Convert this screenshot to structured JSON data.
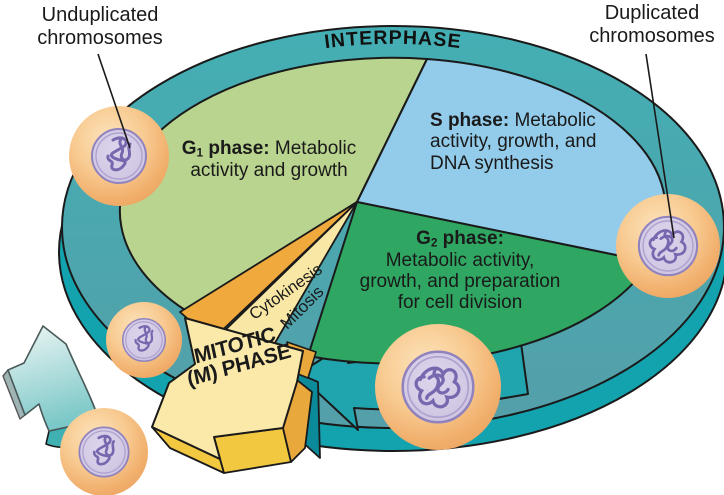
{
  "annotations": {
    "unduplicated": "Unduplicated chromosomes",
    "duplicated": "Duplicated chromosomes"
  },
  "ring": {
    "label": "INTERPHASE"
  },
  "phases": {
    "g1": {
      "name": "G",
      "sub": "1",
      "suffix": " phase:",
      "desc": "Metabolic activity and growth"
    },
    "s": {
      "name": "S phase:",
      "desc": "Metabolic activity, growth, and DNA synthesis"
    },
    "g2": {
      "name": "G",
      "sub": "2",
      "suffix": " phase:",
      "desc": "Metabolic activity, growth, and preparation for cell division"
    },
    "m": {
      "line1": "MITOTIC",
      "line2": "(M) PHASE",
      "cytokinesis": "Cytokinesis",
      "mitosis": "Mitosis"
    }
  },
  "colors": {
    "ring_top": "#43AFB4",
    "ring_bottom": "#549FA9",
    "rim": "#13A3AF",
    "g1": "#B9D48F",
    "s": "#93CBEA",
    "g2": "#2FA763",
    "cytokinesis": "#F0A93C",
    "mitosis": "#F9E8A5",
    "arrow_face": "#FAE9A8",
    "arrow_side": "#F3C841",
    "arrow_side_dark": "#E9A83B",
    "band_arrow": "#20A4AE",
    "fin": "#0B8A99",
    "cell_center": "#FCE3BB",
    "cell_edge": "#EBA160",
    "nucleus": "#CDC3E1",
    "nucleus_ring": "#9083BD",
    "chromosome": "#7767AE",
    "restart_light": "#EDF6F4",
    "restart_teal": "#7CC8C8",
    "restart_side": "#3FB1B3",
    "outline": "#1A1A1A",
    "text": "#1A1A1A"
  }
}
